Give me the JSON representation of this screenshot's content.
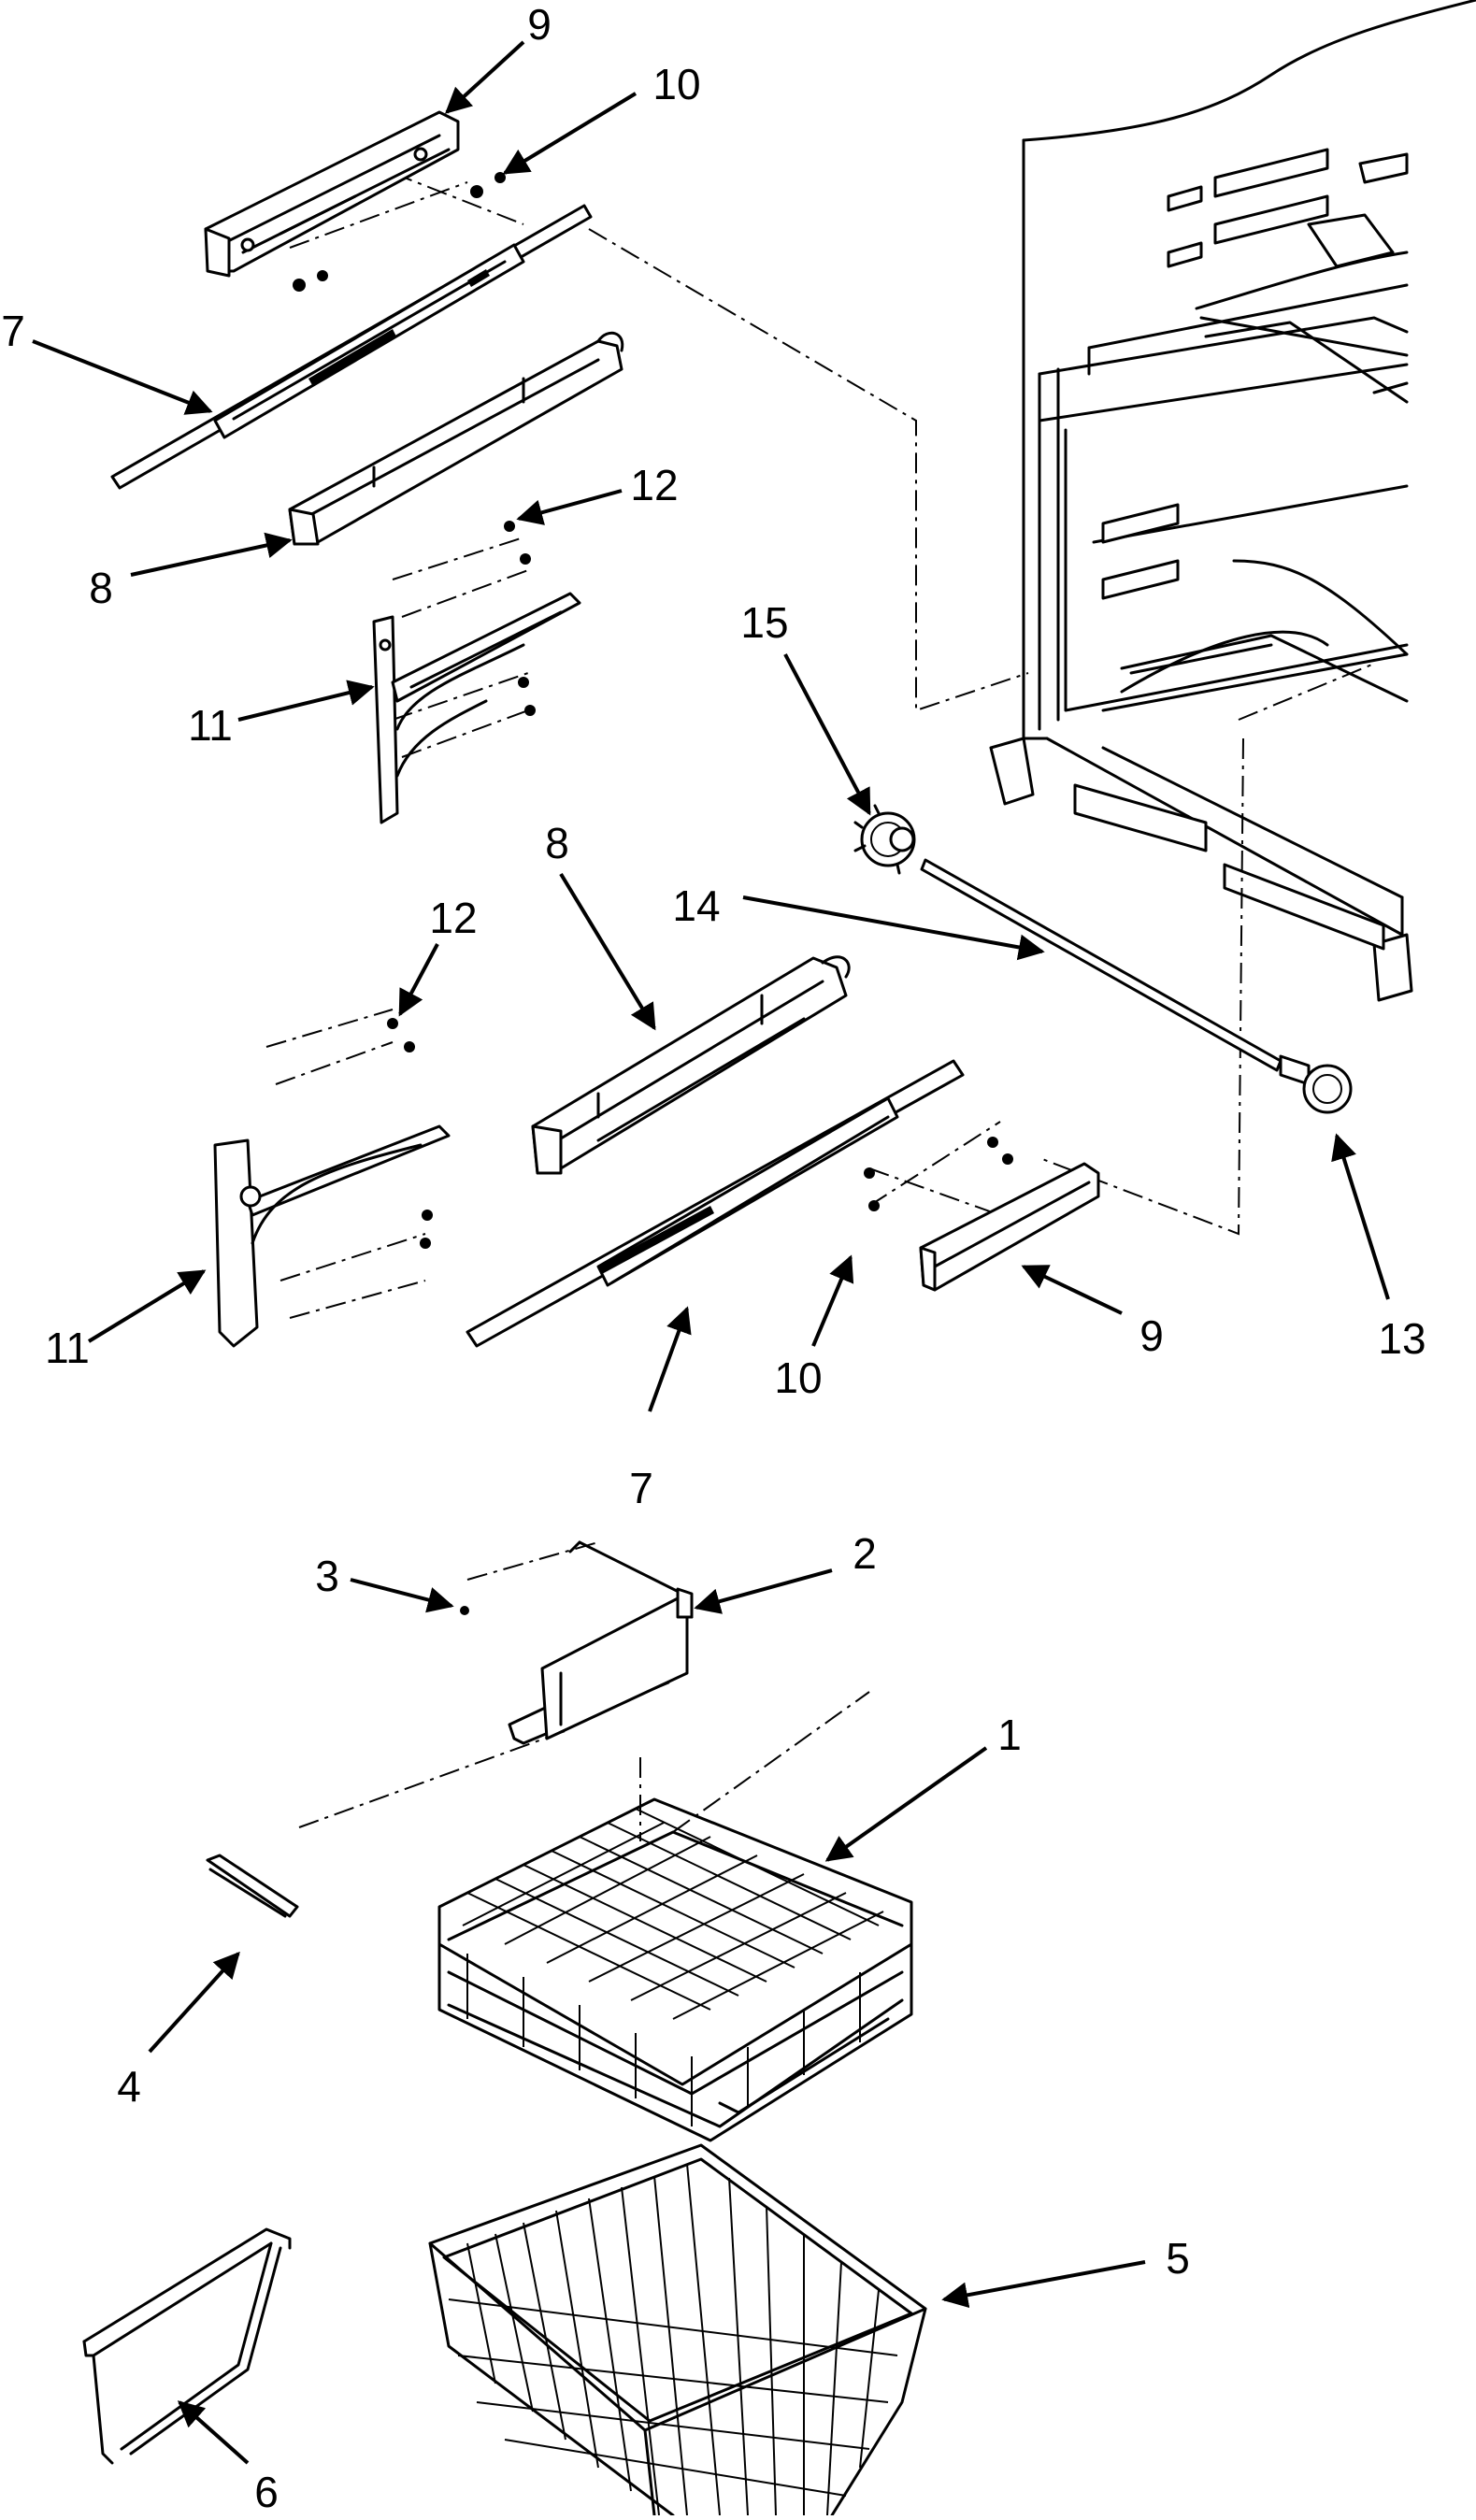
{
  "figure": {
    "callouts": [
      {
        "id": "c9a",
        "label": "9"
      },
      {
        "id": "c10a",
        "label": "10"
      },
      {
        "id": "c7a",
        "label": "7"
      },
      {
        "id": "c8a",
        "label": "8"
      },
      {
        "id": "c12a",
        "label": "12"
      },
      {
        "id": "c11a",
        "label": "11"
      },
      {
        "id": "c15",
        "label": "15"
      },
      {
        "id": "c8b",
        "label": "8"
      },
      {
        "id": "c14",
        "label": "14"
      },
      {
        "id": "c12b",
        "label": "12"
      },
      {
        "id": "c11b",
        "label": "11"
      },
      {
        "id": "c7b",
        "label": "7"
      },
      {
        "id": "c10b",
        "label": "10"
      },
      {
        "id": "c9b",
        "label": "9"
      },
      {
        "id": "c13",
        "label": "13"
      },
      {
        "id": "c3",
        "label": "3"
      },
      {
        "id": "c2",
        "label": "2"
      },
      {
        "id": "c1",
        "label": "1"
      },
      {
        "id": "c4",
        "label": "4"
      },
      {
        "id": "c5",
        "label": "5"
      },
      {
        "id": "c6",
        "label": "6"
      }
    ]
  }
}
